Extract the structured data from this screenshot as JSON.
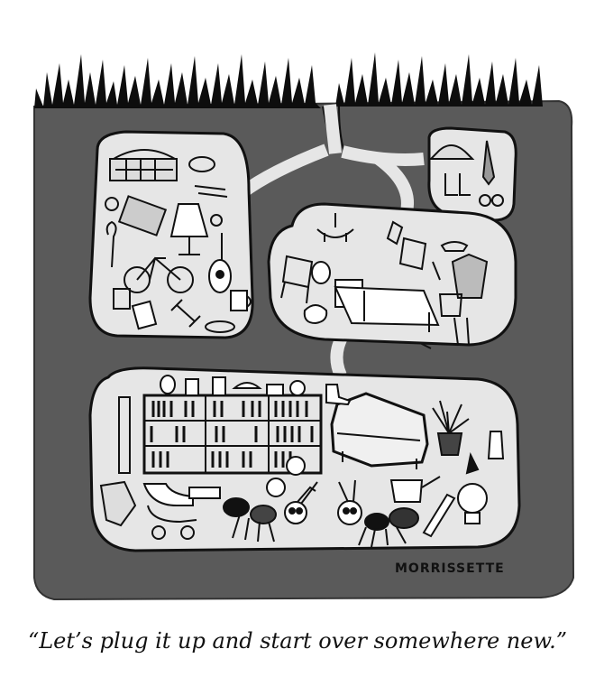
{
  "cartoon": {
    "caption": "“Let’s plug it up and start over somewhere new.”",
    "signature": "MORRISSETTE",
    "colors": {
      "soil": "#5a5a5a",
      "chamber": "#e6e6e6",
      "ink": "#111111",
      "grass": "#0d0d0d"
    },
    "scene": {
      "chambers": [
        {
          "id": "upper-left",
          "contents": [
            "basket",
            "lamp",
            "bicycle",
            "guitar",
            "chair",
            "dumbbells",
            "mug",
            "spoon"
          ]
        },
        {
          "id": "upper-right-small",
          "contents": [
            "hat",
            "boots",
            "necktie",
            "glasses"
          ]
        },
        {
          "id": "middle-right",
          "contents": [
            "chandelier",
            "chair",
            "bed",
            "teapot",
            "clothes",
            "shoes"
          ]
        },
        {
          "id": "bottom",
          "contents": [
            "bookshelf",
            "sofa",
            "plant",
            "baby-carriage",
            "ants",
            "watering-can",
            "lightbulb",
            "lamp"
          ]
        }
      ],
      "characters": [
        "ant",
        "ant"
      ]
    }
  }
}
